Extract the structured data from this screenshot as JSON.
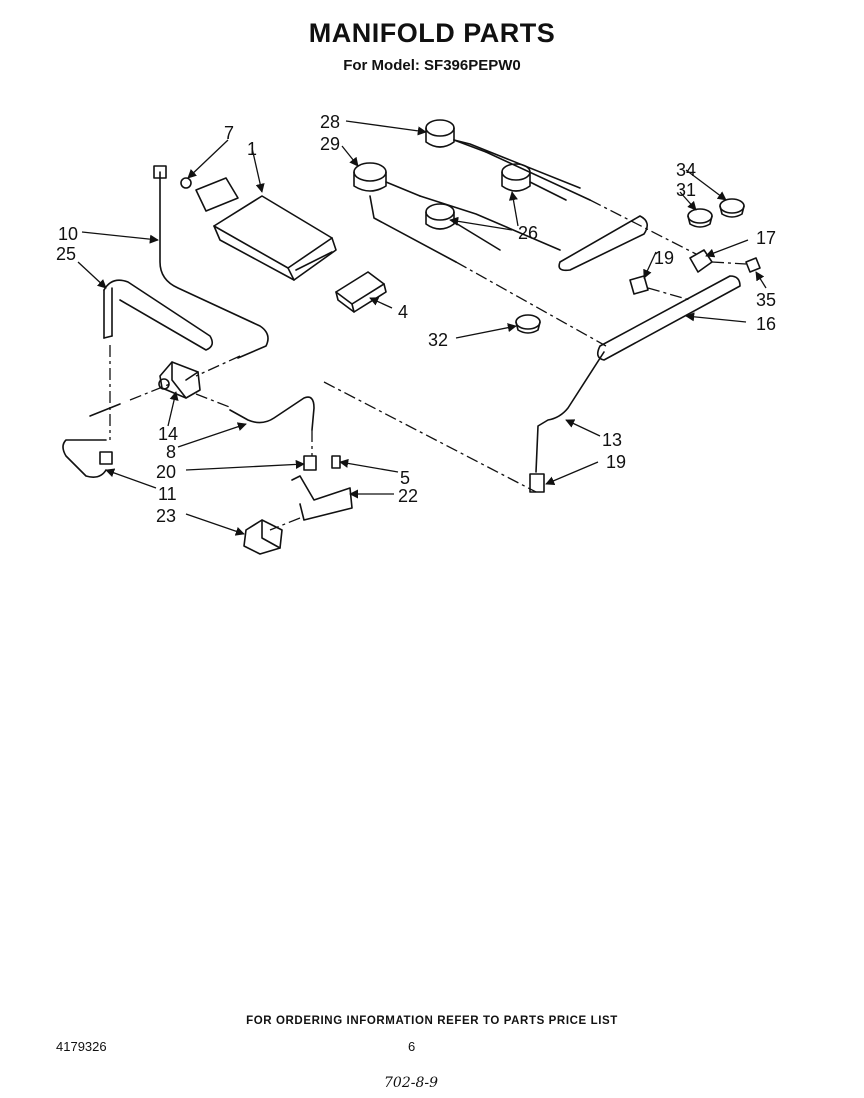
{
  "page": {
    "title": "MANIFOLD PARTS",
    "subtitle": "For Model: SF396PEPW0",
    "footer_note": "FOR ORDERING INFORMATION REFER TO PARTS PRICE LIST",
    "doc_number": "4179326",
    "page_number": "6",
    "handwritten_code": "702-8-9"
  },
  "callouts": [
    "1",
    "4",
    "5",
    "7",
    "8",
    "10",
    "11",
    "13",
    "14",
    "16",
    "17",
    "19",
    "19",
    "20",
    "22",
    "23",
    "25",
    "26",
    "28",
    "29",
    "31",
    "32",
    "34",
    "35"
  ]
}
